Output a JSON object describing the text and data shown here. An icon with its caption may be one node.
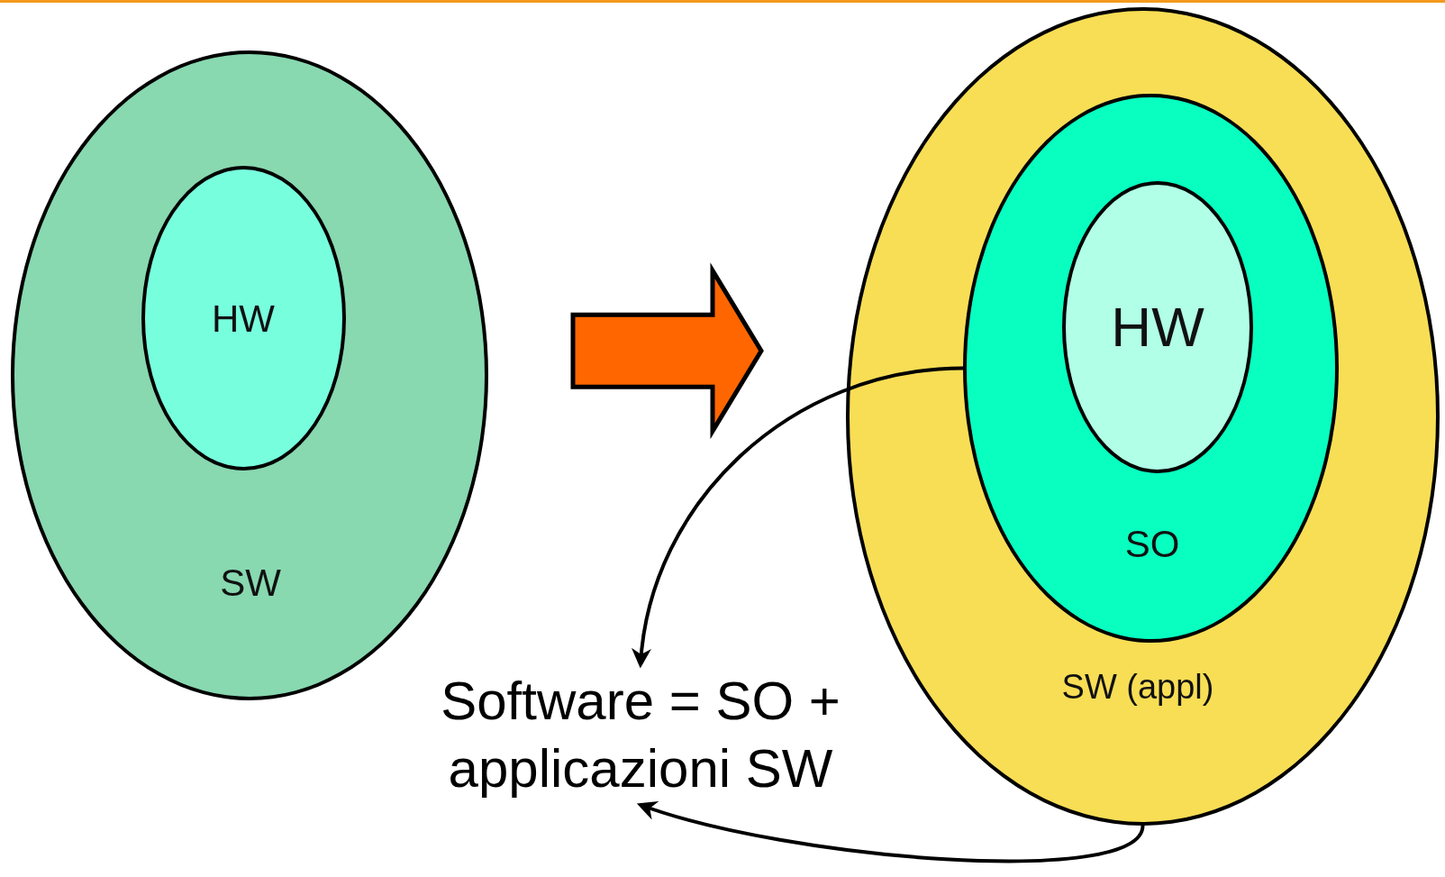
{
  "diagram": {
    "nodes": [
      {
        "text": [
          "SW"
        ]
      },
      {
        "text": [
          "HW"
        ],
        "in": 0
      },
      {
        "text": [
          "SW (appl)"
        ]
      },
      {
        "text": [
          "SO"
        ],
        "in": 2
      },
      {
        "text": [
          "HW"
        ],
        "in": 3
      },
      {
        "text": [
          "Software = SO + applicazioni SW"
        ]
      }
    ],
    "edges": [
      {
        "from": 0,
        "to": 2,
        "arrow": "to",
        "style": "thick",
        "color": "#ff6600"
      },
      {
        "from": 3,
        "to": 5,
        "arrow": "to"
      },
      {
        "from": 2,
        "to": 5,
        "arrow": "to"
      }
    ]
  }
}
